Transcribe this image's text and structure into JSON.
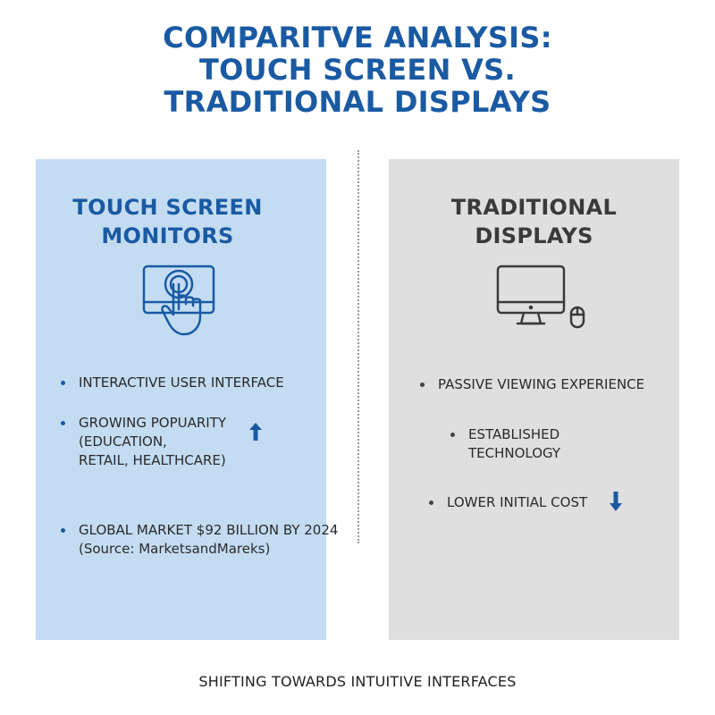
{
  "title": {
    "line1": "COMPARITVE ANALYSIS:",
    "line2": "TOUCH SCREEN VS.",
    "line3": "TRADITIONAL DISPLAYS"
  },
  "left_panel": {
    "title_line1": "TOUCH SCREEN",
    "title_line2": "MONITORS",
    "icon": "touch-screen-hand-icon",
    "accent_color": "#1a5aa3",
    "background_color": "#c3dcf2",
    "bullets": [
      {
        "lines": [
          "INTERACTIVE USER INTERFACE"
        ]
      },
      {
        "lines": [
          "GROWING POPUARITY",
          "(EDUCATION,",
          "RETAIL, HEALTHCARE)"
        ],
        "indicator": "arrow-up-icon"
      },
      {
        "lines": [
          "GLOBAL MARKET $92 BILLION BY 2024",
          "(Source: MarketsandMareks)"
        ]
      }
    ]
  },
  "right_panel": {
    "title_line1": "TRADITIONAL",
    "title_line2": "DISPLAYS",
    "icon": "desktop-monitor-mouse-icon",
    "background_color": "#dfdfdf",
    "bullets": [
      {
        "lines": [
          "PASSIVE VIEWING EXPERIENCE"
        ]
      },
      {
        "lines": [
          "ESTABLISHED",
          "TECHNOLOGY"
        ]
      },
      {
        "lines": [
          "LOWER INITIAL COST"
        ],
        "indicator": "arrow-down-icon"
      }
    ]
  },
  "footer": "SHIFTING TOWARDS INTUITIVE INTERFACES"
}
